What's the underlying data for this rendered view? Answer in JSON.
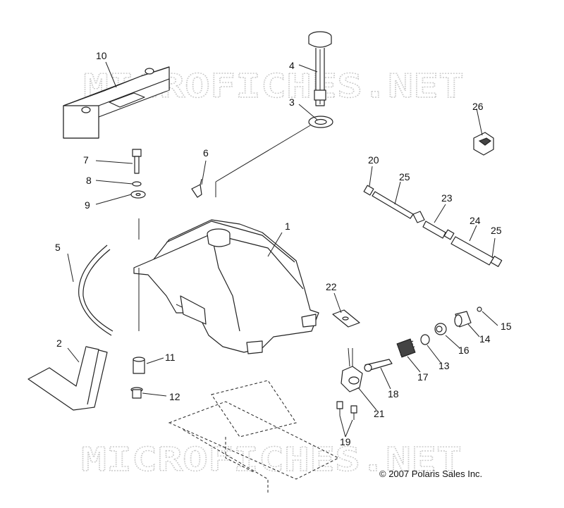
{
  "watermark": {
    "text": "MICROFICHES.NET"
  },
  "copyright": "© 2007 Polaris Sales Inc.",
  "callouts": [
    {
      "id": "c1",
      "label": "1"
    },
    {
      "id": "c2",
      "label": "2"
    },
    {
      "id": "c3",
      "label": "3"
    },
    {
      "id": "c4",
      "label": "4"
    },
    {
      "id": "c5",
      "label": "5"
    },
    {
      "id": "c6",
      "label": "6"
    },
    {
      "id": "c7",
      "label": "7"
    },
    {
      "id": "c8",
      "label": "8"
    },
    {
      "id": "c9",
      "label": "9"
    },
    {
      "id": "c10",
      "label": "10"
    },
    {
      "id": "c11",
      "label": "11"
    },
    {
      "id": "c12",
      "label": "12"
    },
    {
      "id": "c13",
      "label": "13"
    },
    {
      "id": "c14",
      "label": "14"
    },
    {
      "id": "c15",
      "label": "15"
    },
    {
      "id": "c16",
      "label": "16"
    },
    {
      "id": "c17",
      "label": "17"
    },
    {
      "id": "c18",
      "label": "18"
    },
    {
      "id": "c19",
      "label": "19"
    },
    {
      "id": "c20",
      "label": "20"
    },
    {
      "id": "c21",
      "label": "21"
    },
    {
      "id": "c22",
      "label": "22"
    },
    {
      "id": "c23",
      "label": "23"
    },
    {
      "id": "c24",
      "label": "24"
    },
    {
      "id": "c25a",
      "label": "25"
    },
    {
      "id": "c25b",
      "label": "25"
    },
    {
      "id": "c26",
      "label": "26"
    }
  ]
}
